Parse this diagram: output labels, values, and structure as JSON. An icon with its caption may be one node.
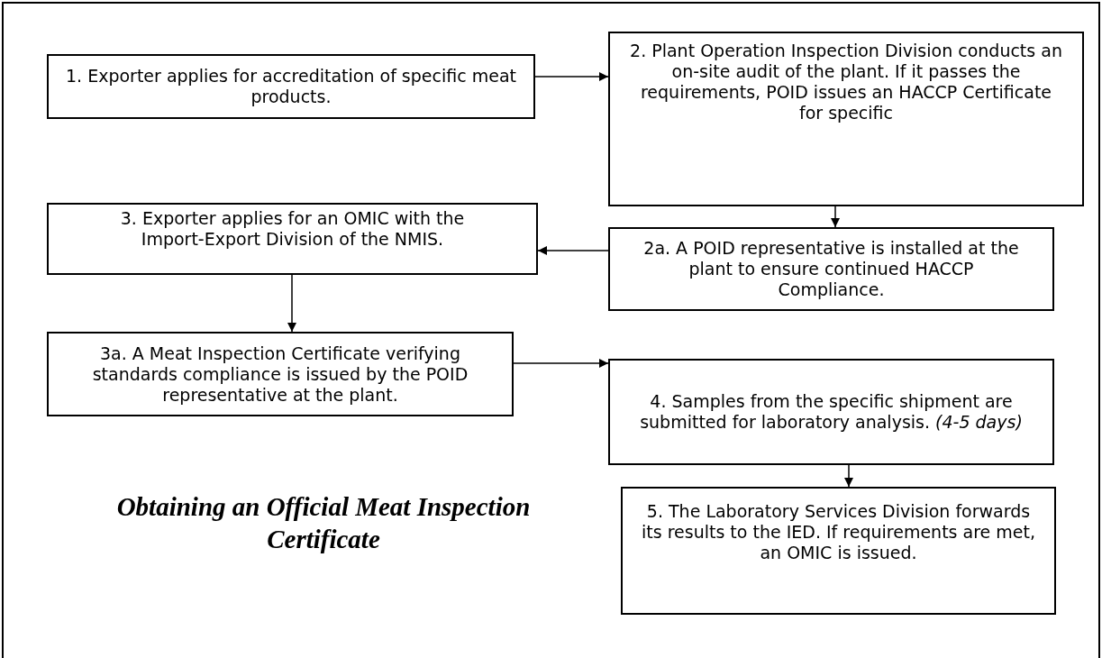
{
  "diagram": {
    "title": "Obtaining an Official Meat Inspection Certificate",
    "nodes": [
      {
        "text": [
          "1. Exporter applies for accreditation of specific meat products."
        ]
      },
      {
        "text": [
          "2. Plant Operation Inspection Division conducts an on-site audit of the plant. If it passes the requirements, POID issues an HACCP Certificate for specific"
        ]
      },
      {
        "text": [
          "3. Exporter applies for an OMIC with the Import-Export Division of the NMIS."
        ]
      },
      {
        "text": [
          "2a. A POID representative is installed at the plant to ensure continued HACCP Compliance."
        ]
      },
      {
        "text": [
          "3a. A Meat Inspection Certificate verifying standards compliance is issued by the POID representative at the plant."
        ]
      },
      {
        "text": [
          "4. Samples from the specific shipment are submitted for laboratory analysis. *(4-5 days)*"
        ]
      },
      {
        "text": [
          "5. The Laboratory Services Division forwards its results to the IED. If requirements are met, an OMIC is issued."
        ]
      }
    ],
    "edges": [
      {
        "from": 0,
        "to": 1,
        "arrow": "to"
      },
      {
        "from": 1,
        "to": 3,
        "arrow": "to"
      },
      {
        "from": 3,
        "to": 2,
        "arrow": "to"
      },
      {
        "from": 2,
        "to": 4,
        "arrow": "to"
      },
      {
        "from": 4,
        "to": 5,
        "arrow": "to"
      },
      {
        "from": 5,
        "to": 6,
        "arrow": "to"
      }
    ]
  }
}
